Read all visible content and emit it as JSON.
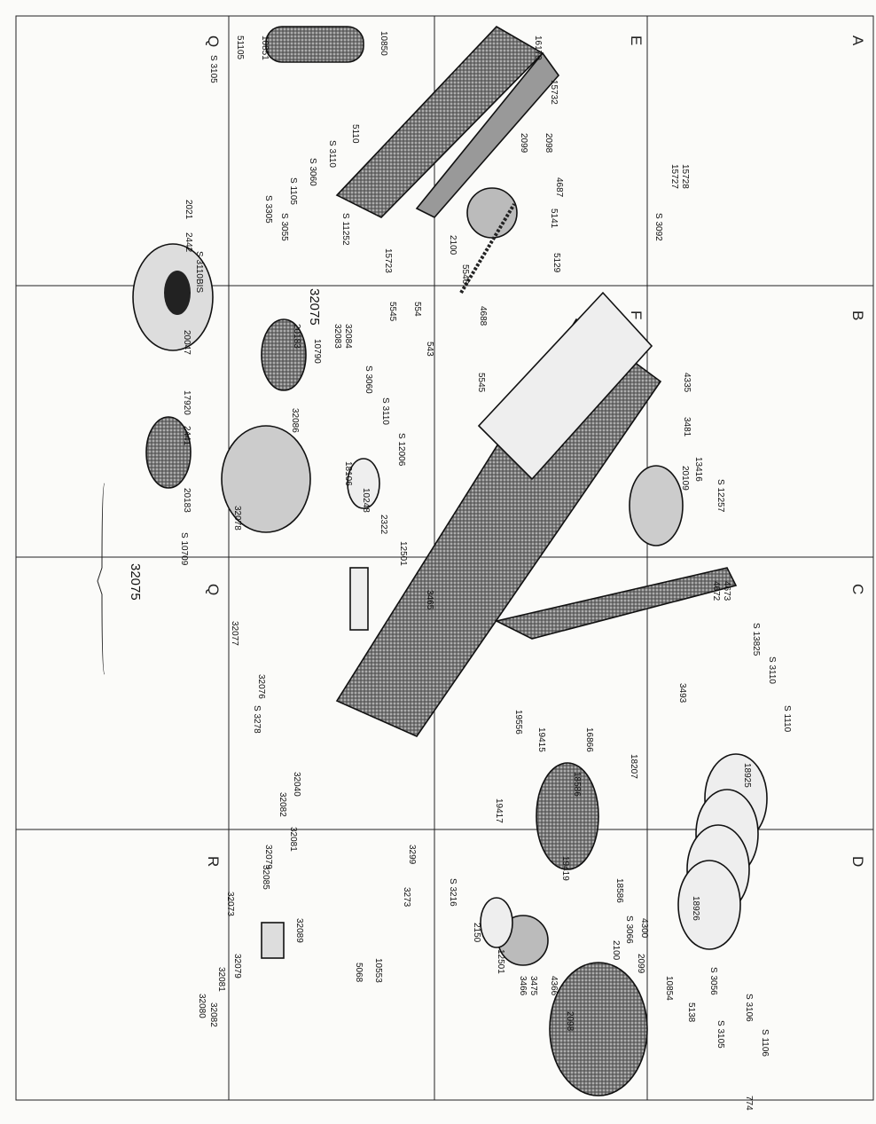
{
  "grid_letters": [
    {
      "text": "A",
      "col": 4,
      "row": 0
    },
    {
      "text": "B",
      "col": 4,
      "row": 1
    },
    {
      "text": "C",
      "col": 4,
      "row": 2
    },
    {
      "text": "D",
      "col": 4,
      "row": 3
    },
    {
      "text": "E",
      "col": 3,
      "row": 0
    },
    {
      "text": "F",
      "col": 3,
      "row": 1
    },
    {
      "text": "Q",
      "col": 1,
      "row": 0
    },
    {
      "text": "Q",
      "col": 1,
      "row": 2
    },
    {
      "text": "R",
      "col": 1,
      "row": 3
    }
  ],
  "assembly_label": "32075",
  "part_labels": [
    "S 3105",
    "51105",
    "10851",
    "10850",
    "16179",
    "15732",
    "5110",
    "S 3110",
    "S 3060",
    "S 1105",
    "S 3305",
    "S 3055",
    "S 11252",
    "2099",
    "2098",
    "4687",
    "2100",
    "15723",
    "5141",
    "5129",
    "S 3092",
    "15728",
    "15727",
    "5546",
    "5545",
    "554",
    "543",
    "4688",
    "5545",
    "2021",
    "2442",
    "S 3110BIS",
    "32075",
    "32083",
    "32084",
    "10790",
    "20183",
    "20047",
    "17920",
    "S 3060",
    "S 3110",
    "S 12006",
    "32086",
    "2441",
    "4335",
    "3481",
    "13416",
    "20109",
    "S 12257",
    "18106",
    "10248",
    "2322",
    "12501",
    "3465",
    "20183",
    "S 10709",
    "32078",
    "4672",
    "4673",
    "S 13825",
    "S 3110",
    "S 1110",
    "32077",
    "32076",
    "S 3278",
    "3493",
    "16866",
    "18207",
    "19556",
    "19415",
    "18586",
    "19417",
    "32040",
    "32082",
    "32081",
    "32079",
    "18925",
    "19419",
    "18926",
    "32085",
    "32073",
    "32079",
    "32081",
    "32082",
    "32080",
    "32089",
    "5068",
    "10553",
    "3299",
    "3273",
    "S 3216",
    "2150",
    "12501",
    "3466",
    "3475",
    "4366",
    "2100",
    "2099",
    "2098",
    "10854",
    "5138",
    "S 3105",
    "S 3106",
    "S 1106",
    "774",
    "18586",
    "S 3066",
    "4300",
    "S 3056"
  ]
}
